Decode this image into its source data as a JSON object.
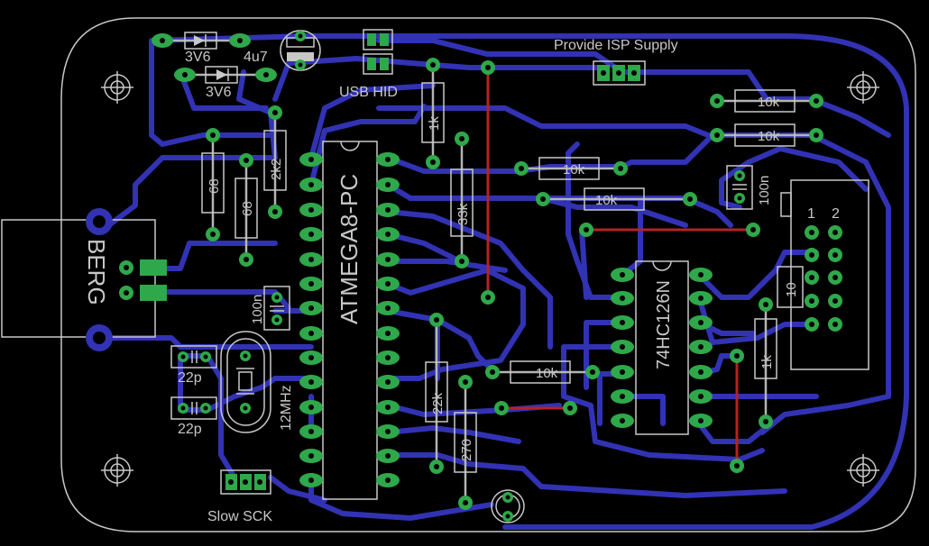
{
  "board": {
    "colors": {
      "background": "#000000",
      "trace": "#3232b4",
      "airwire": "#b42323",
      "pad": "#2ea84a",
      "silkscreen": "#c8c8c8"
    },
    "labels": {
      "isp_supply": "Provide ISP Supply",
      "usb_hid": "USB HID",
      "slow_sck": "Slow SCK",
      "mcu": "ATMEGA8-PC",
      "buffer_ic": "74HC126N",
      "crystal": "12MHz",
      "berg": "BERG",
      "header_pin1": "1",
      "header_pin2": "2",
      "header_ref": "10"
    },
    "components": {
      "d1": "3V6",
      "d2": "3V6",
      "c_elec": "4u7",
      "r68_1": "68",
      "r68_2": "68",
      "r2k2": "2k2",
      "r1k_usb": "1k",
      "r33k": "33k",
      "r10k_a": "10k",
      "r10k_b": "10k",
      "r10k_c": "10k",
      "r10k_d": "10k",
      "r10k_e": "10k",
      "c100n_left": "100n",
      "c100n_right": "100n",
      "c22p_1": "22p",
      "c22p_2": "22p",
      "r22k": "22k",
      "r270": "270",
      "r1k_led": "1k"
    }
  }
}
